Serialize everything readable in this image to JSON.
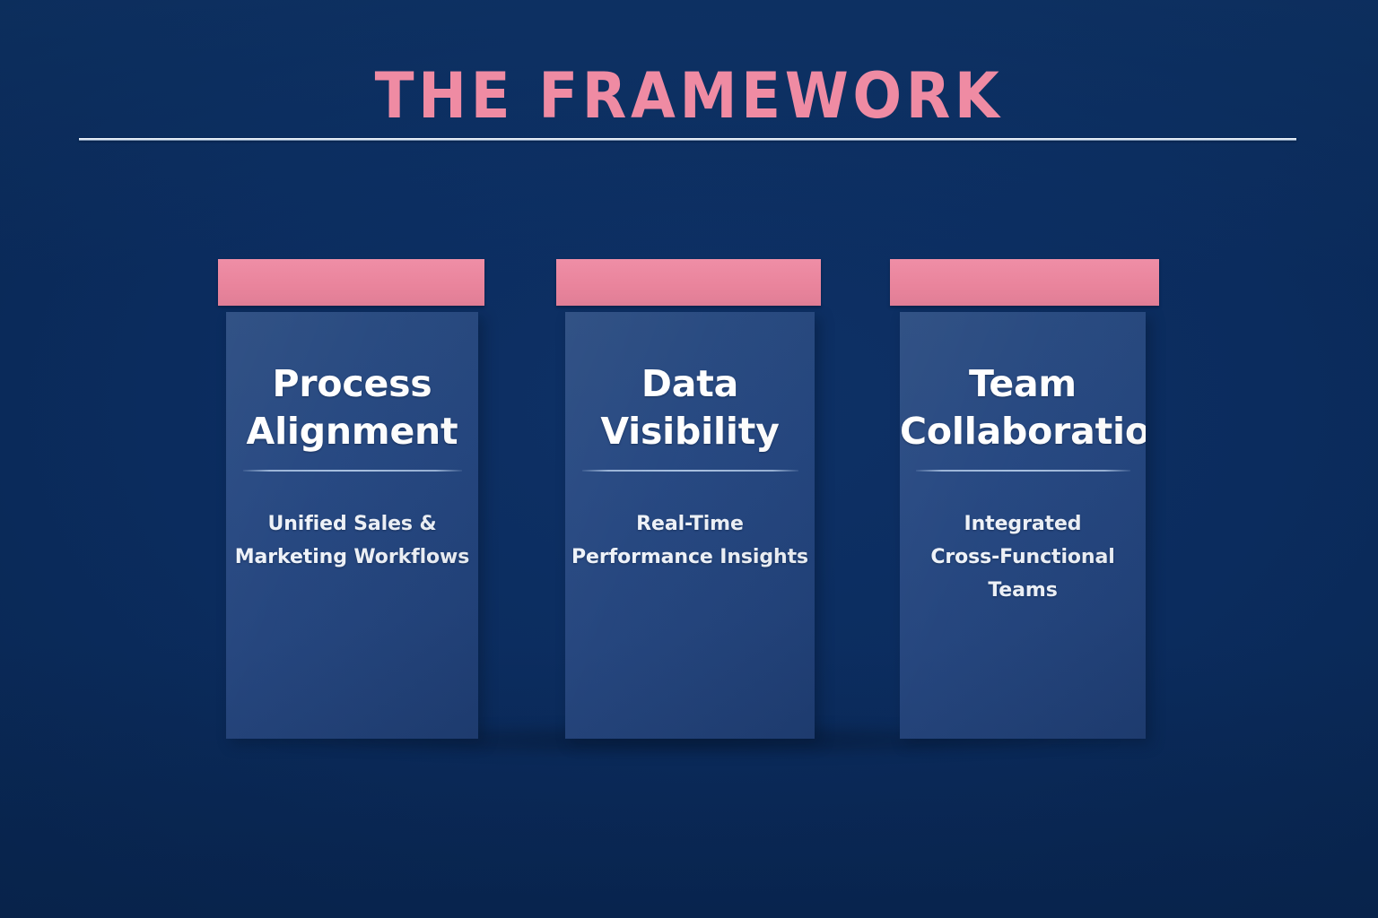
{
  "header": {
    "title": "THE FRAMEWORK",
    "rule": "header-divider"
  },
  "colors": {
    "background": "#0b2c5e",
    "accent_pink": "#e9889e",
    "card_blue": "#244680",
    "text_white": "#ffffff",
    "divider_blue": "#a0b8dc",
    "rule_white": "#eaf1f8"
  },
  "cards": [
    {
      "title": "Process\nAlignment",
      "title_line1": "Process",
      "title_line2": "Alignment",
      "subtitle_line1": "Unified Sales &",
      "subtitle_line2": "Marketing Workflows"
    },
    {
      "title": "Data\nVisibility",
      "title_line1": "Data",
      "title_line2": "Visibility",
      "subtitle_line1": "Real-Time",
      "subtitle_line2": "Performance Insights"
    },
    {
      "title": "Team\nCollaboration",
      "title_line1": "Team",
      "title_line2": "Collaboration",
      "subtitle_line1": "Integrated",
      "subtitle_line2": "Cross-Functional Teams"
    }
  ]
}
